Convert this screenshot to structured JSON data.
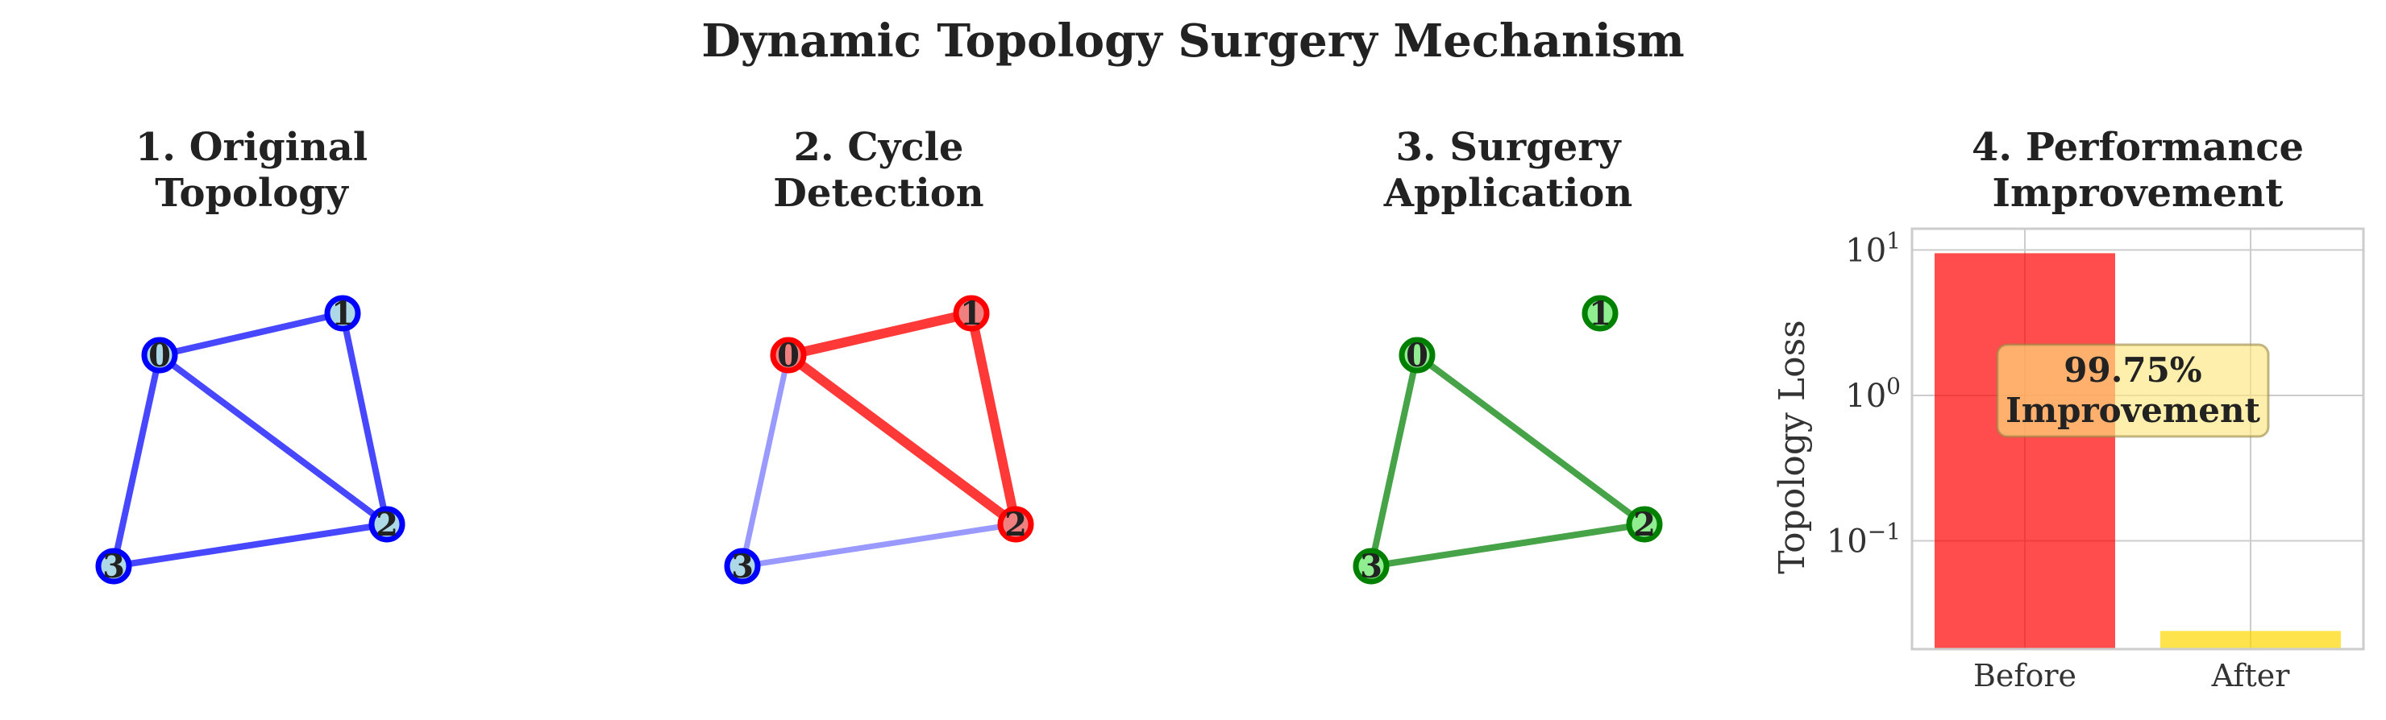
{
  "title": "Dynamic Topology Surgery Mechanism",
  "panels": [
    {
      "title_lines": [
        "1. Original",
        "Topology"
      ]
    },
    {
      "title_lines": [
        "2. Cycle",
        "Detection"
      ]
    },
    {
      "title_lines": [
        "3. Surgery",
        "Application"
      ]
    },
    {
      "title_lines": [
        "4. Performance",
        "Improvement"
      ]
    }
  ],
  "chart_data": [
    {
      "type": "graph",
      "title": "1. Original Topology",
      "nodes": [
        "0",
        "1",
        "2",
        "3"
      ],
      "edges": [
        [
          "0",
          "1"
        ],
        [
          "1",
          "2"
        ],
        [
          "0",
          "2"
        ],
        [
          "0",
          "3"
        ],
        [
          "3",
          "2"
        ]
      ],
      "colors": {
        "node_fill": "#add8e6",
        "node_edge": "#0000ff",
        "edge": "#0000ff"
      }
    },
    {
      "type": "graph",
      "title": "2. Cycle Detection",
      "nodes": [
        "0",
        "1",
        "2",
        "3"
      ],
      "edges": [
        [
          "0",
          "1"
        ],
        [
          "1",
          "2"
        ],
        [
          "0",
          "2"
        ],
        [
          "0",
          "3"
        ],
        [
          "3",
          "2"
        ]
      ],
      "highlighted_cycle": [
        [
          "0",
          "1"
        ],
        [
          "1",
          "2"
        ],
        [
          "0",
          "2"
        ]
      ],
      "colors": {
        "cycle_node_fill": "#f08080",
        "cycle_node_edge": "#ff0000",
        "cycle_edge": "#ff0000",
        "node_fill": "#add8e6",
        "node_edge": "#0000ff",
        "edge": "#0000ff"
      }
    },
    {
      "type": "graph",
      "title": "3. Surgery Application",
      "nodes": [
        "0",
        "1",
        "2",
        "3"
      ],
      "edges": [
        [
          "0",
          "2"
        ],
        [
          "0",
          "3"
        ],
        [
          "3",
          "2"
        ]
      ],
      "colors": {
        "node_fill": "#90ee90",
        "node_edge": "#008000",
        "edge": "#008000"
      }
    },
    {
      "type": "bar",
      "title": "4. Performance Improvement",
      "categories": [
        "Before",
        "After"
      ],
      "values": [
        9.5,
        0.024
      ],
      "colors": [
        "#ff0000",
        "#ffd700"
      ],
      "ylabel": "Topology Loss",
      "yscale": "log",
      "ylim": [
        0.018,
        14
      ],
      "yticks": [
        {
          "value": 0.1,
          "base": "10",
          "exp": "−1"
        },
        {
          "value": 1,
          "base": "10",
          "exp": "0"
        },
        {
          "value": 10,
          "base": "10",
          "exp": "1"
        }
      ],
      "annotation": {
        "lines": [
          "99.75%",
          "Improvement"
        ]
      },
      "grid": true
    }
  ]
}
